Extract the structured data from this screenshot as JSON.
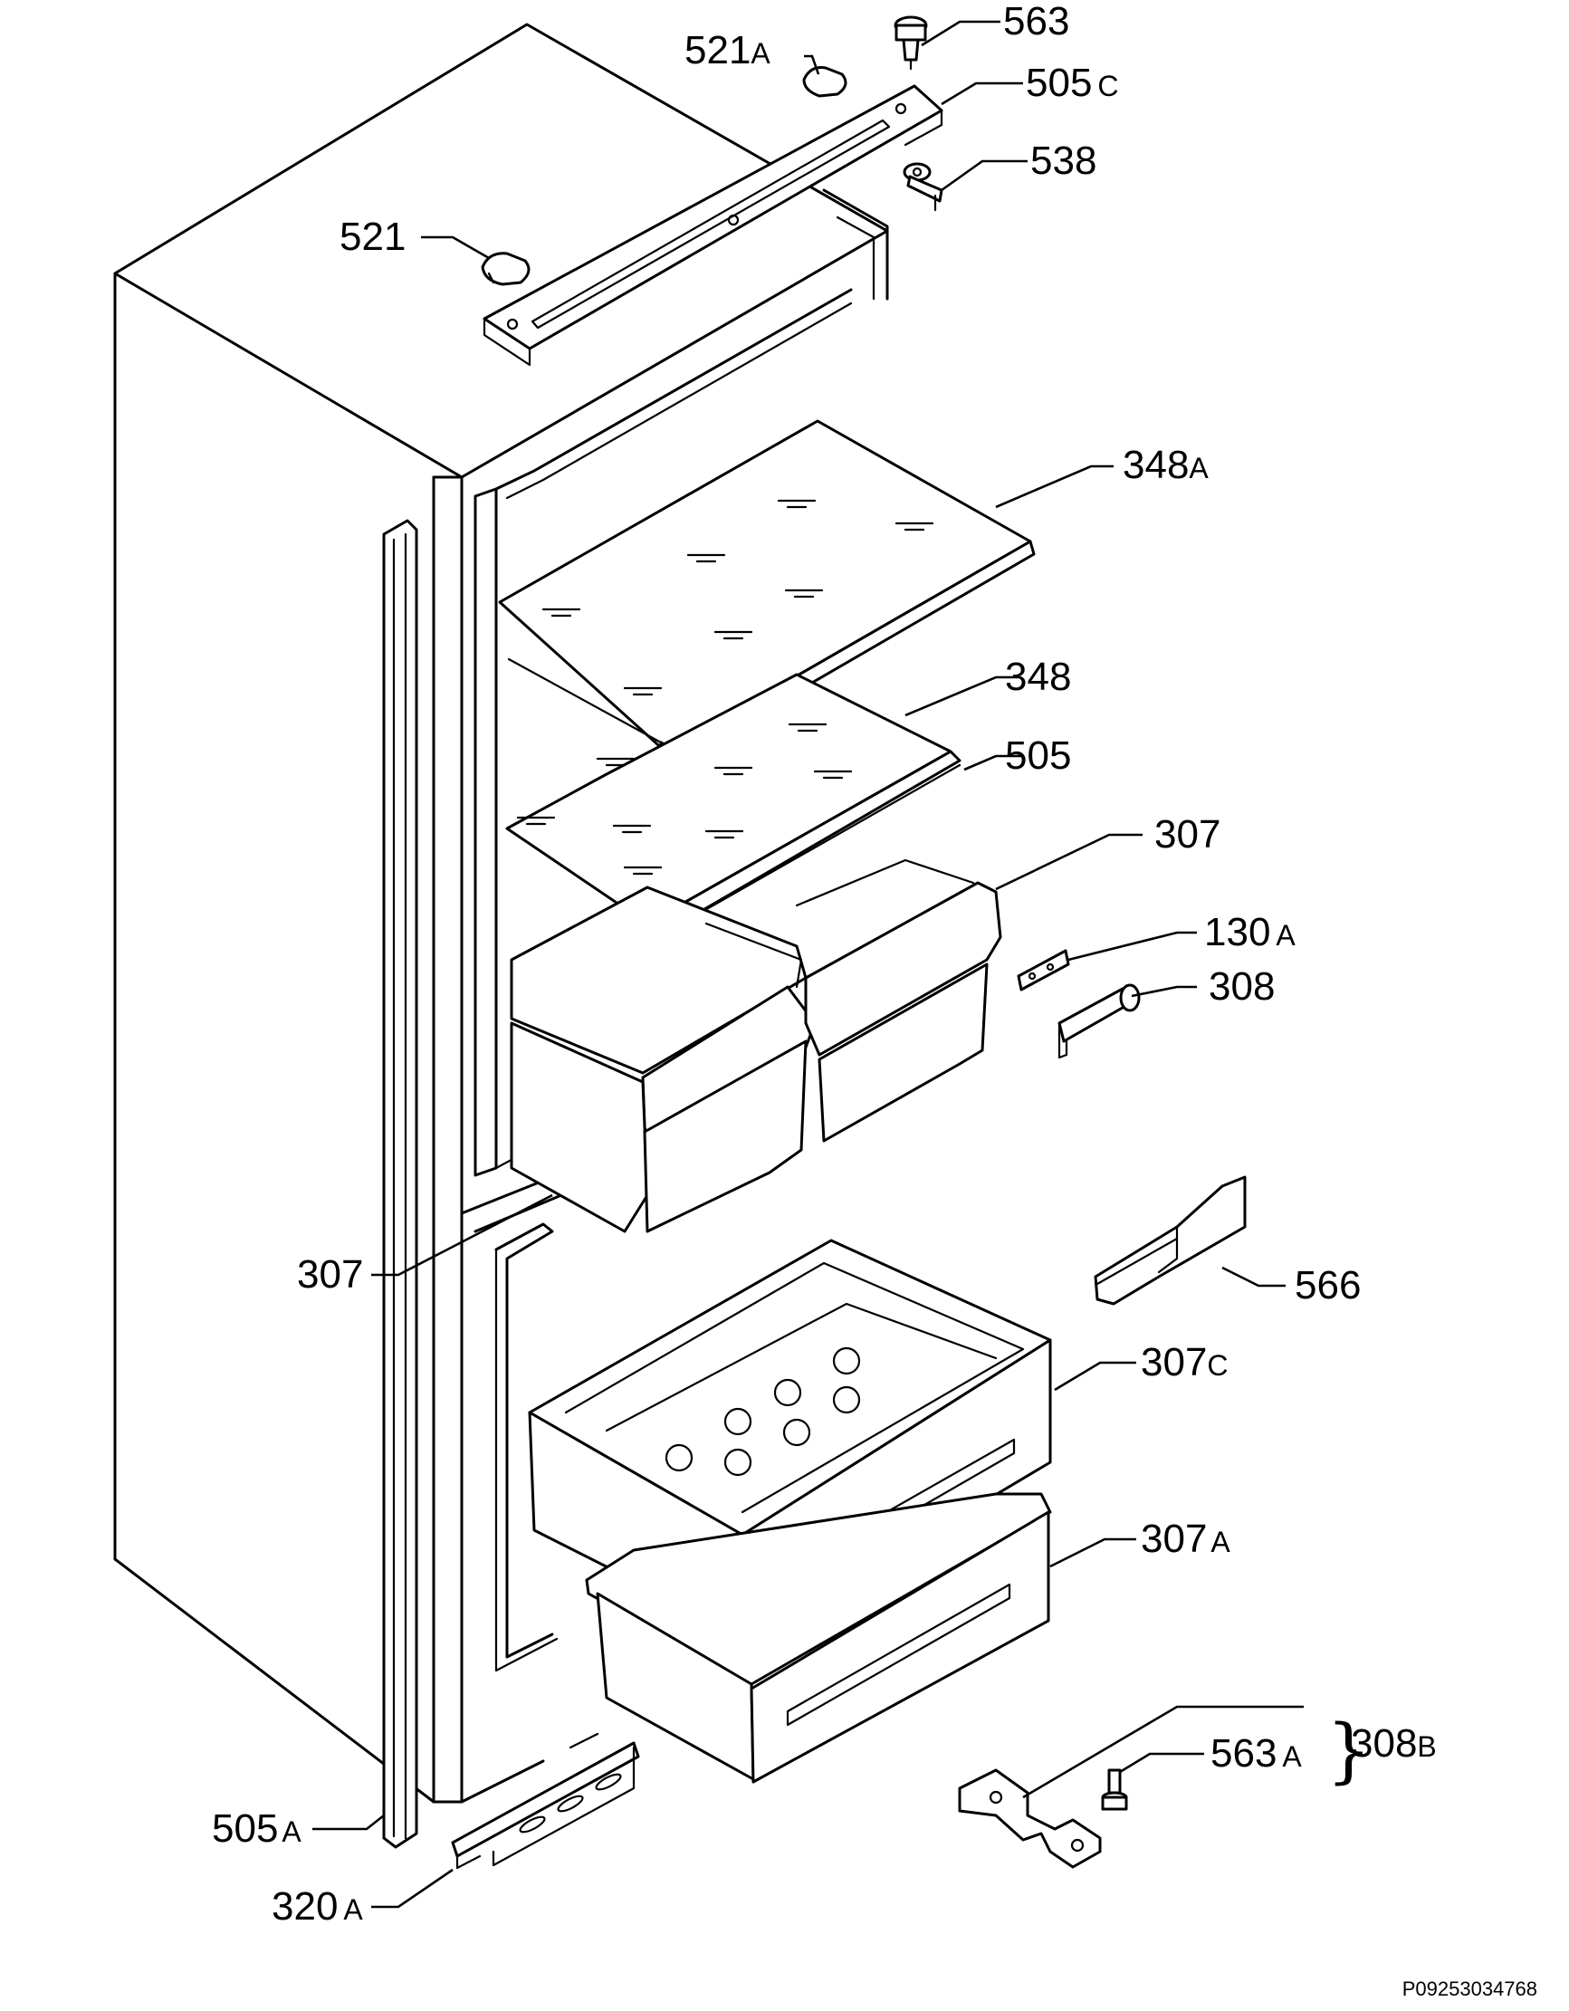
{
  "labels": [
    {
      "id": "563",
      "num": "563",
      "suffix": ""
    },
    {
      "id": "521A",
      "num": "521",
      "suffix": "A"
    },
    {
      "id": "505C",
      "num": "505",
      "suffix": "C"
    },
    {
      "id": "538",
      "num": "538",
      "suffix": ""
    },
    {
      "id": "521",
      "num": "521",
      "suffix": ""
    },
    {
      "id": "348A",
      "num": "348",
      "suffix": "A"
    },
    {
      "id": "348",
      "num": "348",
      "suffix": ""
    },
    {
      "id": "505",
      "num": "505",
      "suffix": ""
    },
    {
      "id": "307-top",
      "num": "307",
      "suffix": ""
    },
    {
      "id": "130A",
      "num": "130",
      "suffix": "A"
    },
    {
      "id": "308",
      "num": "308",
      "suffix": ""
    },
    {
      "id": "566",
      "num": "566",
      "suffix": ""
    },
    {
      "id": "307-left",
      "num": "307",
      "suffix": ""
    },
    {
      "id": "307C",
      "num": "307",
      "suffix": "C"
    },
    {
      "id": "307A",
      "num": "307",
      "suffix": "A"
    },
    {
      "id": "563A",
      "num": "563",
      "suffix": "A"
    },
    {
      "id": "308B",
      "num": "308",
      "suffix": "B"
    },
    {
      "id": "505A",
      "num": "505",
      "suffix": "A"
    },
    {
      "id": "320A",
      "num": "320",
      "suffix": "A"
    }
  ],
  "drawing_code": "P09253034768"
}
